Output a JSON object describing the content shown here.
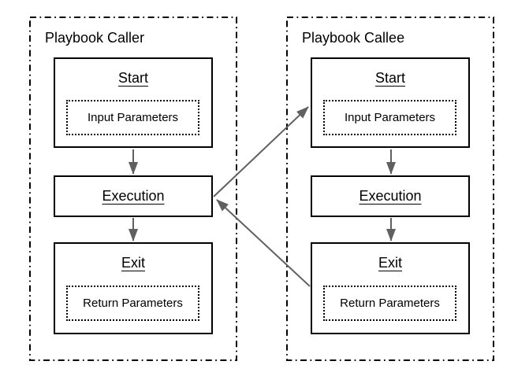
{
  "colors": {
    "background": "#ffffff",
    "node_border": "#000000",
    "boundary_border": "#000000",
    "arrow": "#606060",
    "text": "#000000"
  },
  "caller": {
    "title": "Playbook Caller",
    "start_label": "Start",
    "input_params_label": "Input Parameters",
    "execution_label": "Execution",
    "exit_label": "Exit",
    "return_params_label": "Return Parameters"
  },
  "callee": {
    "title": "Playbook Callee",
    "start_label": "Start",
    "input_params_label": "Input Parameters",
    "execution_label": "Execution",
    "exit_label": "Exit",
    "return_params_label": "Return Parameters"
  },
  "edges": [
    {
      "from": "caller-start",
      "to": "caller-execution"
    },
    {
      "from": "caller-execution",
      "to": "caller-exit"
    },
    {
      "from": "callee-start",
      "to": "callee-execution"
    },
    {
      "from": "callee-execution",
      "to": "callee-exit"
    },
    {
      "from": "caller-execution",
      "to": "callee-start"
    },
    {
      "from": "callee-exit",
      "to": "caller-execution"
    }
  ]
}
